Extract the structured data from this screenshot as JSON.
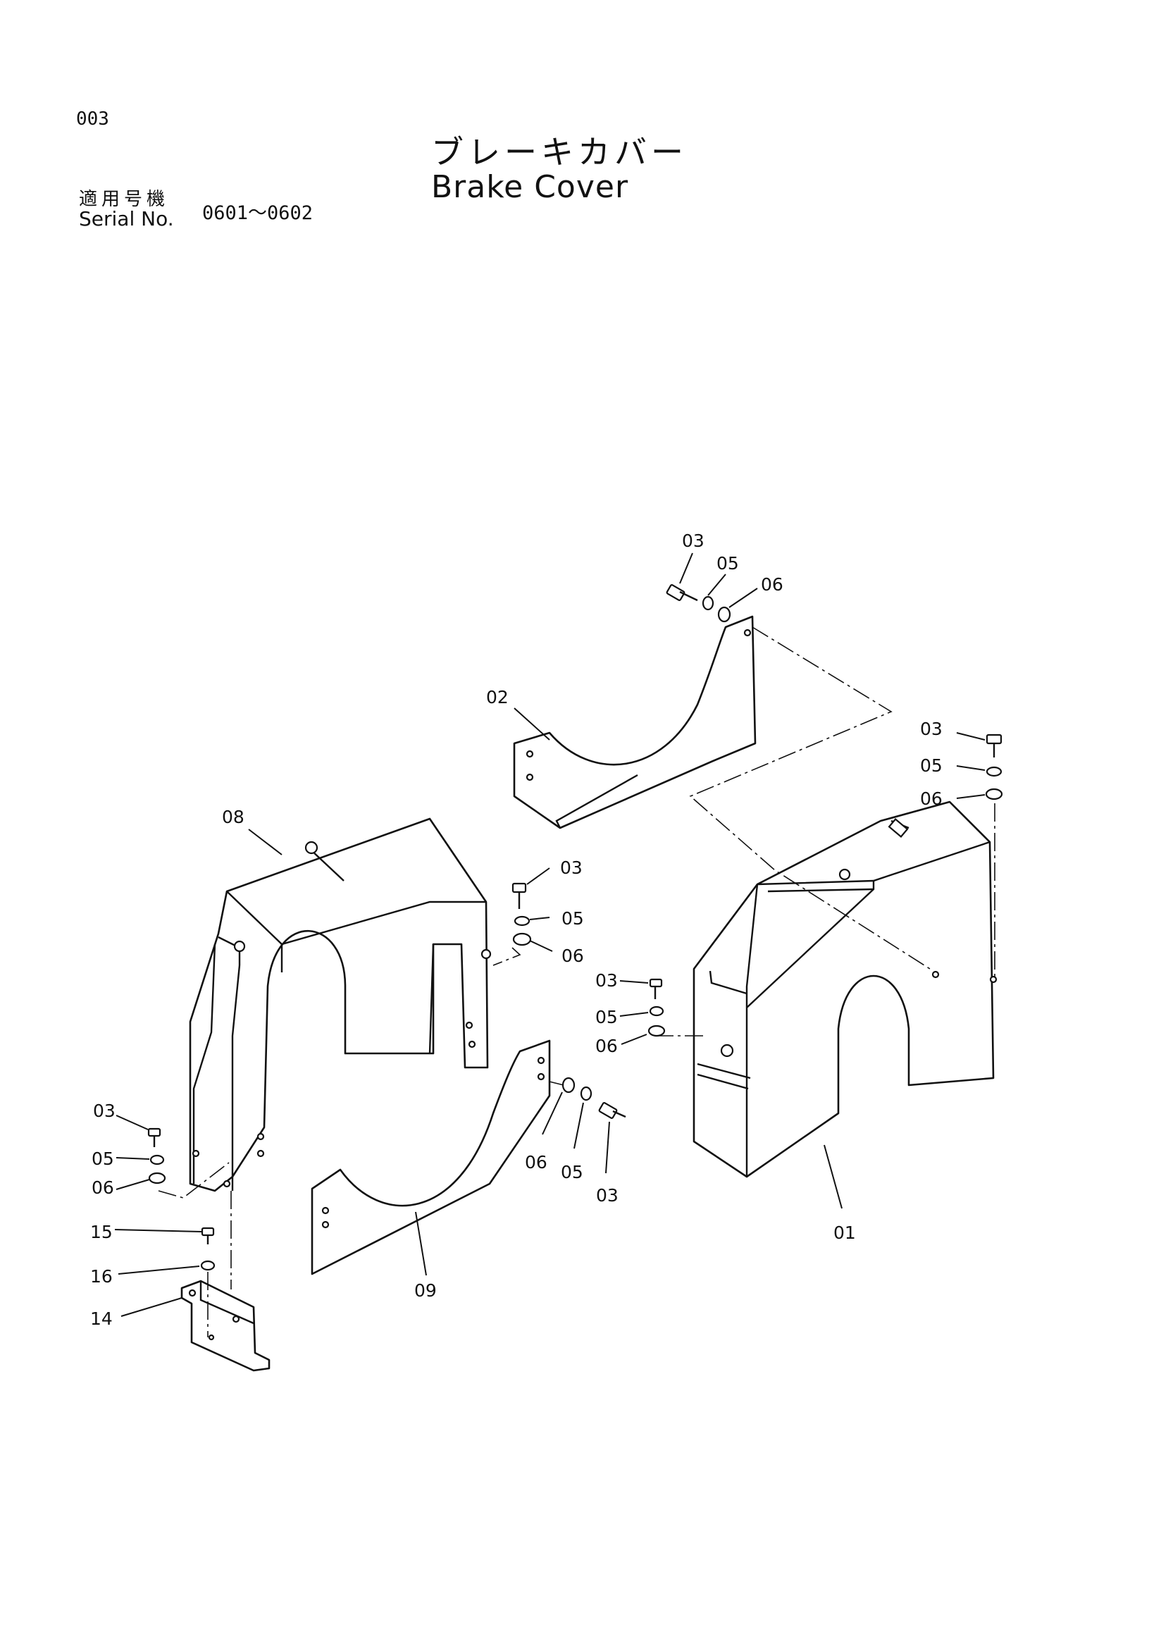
{
  "page_number": "003",
  "title_jp": "ブレーキカバー",
  "title_en": "Brake Cover",
  "serial_label_jp": "適用号機",
  "serial_label_en": "Serial No.",
  "serial_range": "0601～0602",
  "callouts": {
    "c01": "01",
    "c02": "02",
    "c03a": "03",
    "c05a": "05",
    "c06a": "06",
    "c03b": "03",
    "c05b": "05",
    "c06b": "06",
    "c03c": "03",
    "c05c": "05",
    "c06c": "06",
    "c03d": "03",
    "c05d": "05",
    "c06d": "06",
    "c03e": "03",
    "c05e": "05",
    "c06e": "06",
    "c03f": "03",
    "c05f": "05",
    "c06f": "06",
    "c08": "08",
    "c09": "09",
    "c14": "14",
    "c15": "15",
    "c16": "16"
  }
}
